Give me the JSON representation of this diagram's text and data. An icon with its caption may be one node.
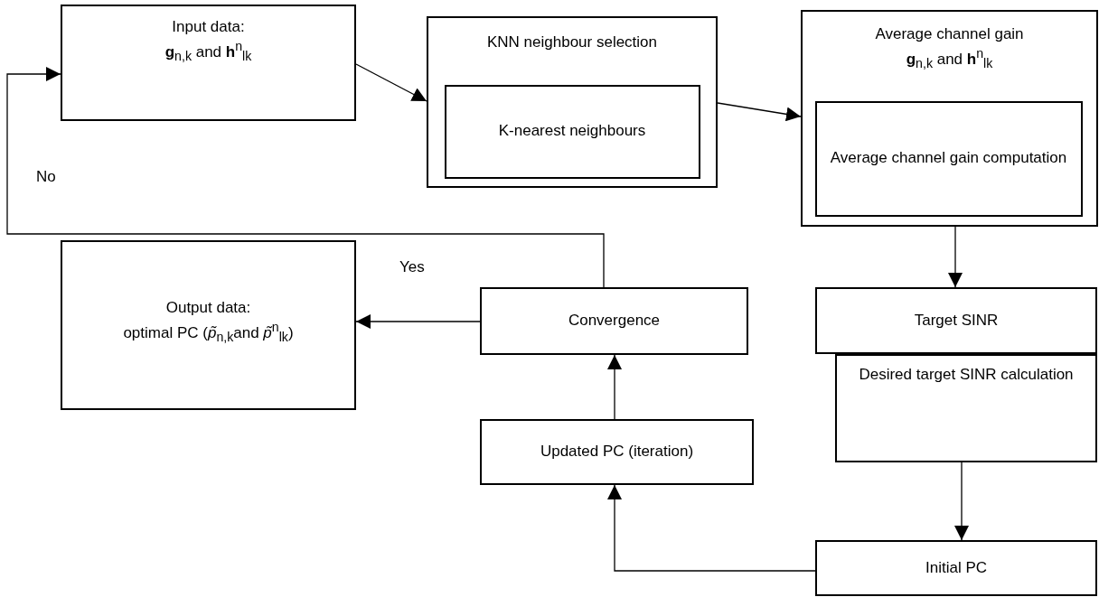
{
  "diagram": {
    "nodes": [
      {
        "text": [
          "Input data:",
          "**g**$_{n,k}$ and **h**$^{n}$$_{lk}$"
        ]
      },
      {
        "text": [
          "KNN neighbour selection"
        ]
      },
      {
        "text": [
          "K-nearest neighbours"
        ],
        "in": 1
      },
      {
        "text": [
          "Average channel gain",
          "**g**$_{n,k}$ and **h**$^{n}$$_{lk}$"
        ]
      },
      {
        "text": [
          "Average channel gain computation"
        ],
        "in": 3
      },
      {
        "text": [
          "Target SINR"
        ]
      },
      {
        "text": [
          "Desired target SINR calculation"
        ]
      },
      {
        "text": [
          "Initial PC"
        ]
      },
      {
        "text": [
          "Updated PC (iteration)"
        ]
      },
      {
        "text": [
          "Convergence"
        ]
      },
      {
        "text": [
          "Output data:",
          "optimal PC (*p̃*$_{n,k}$and *p̃*$^{n}$$_{lk}$)"
        ]
      }
    ],
    "edges": [
      {
        "from": 0,
        "to": 1,
        "arrow": "to"
      },
      {
        "from": 1,
        "to": 3,
        "arrow": "to"
      },
      {
        "from": 4,
        "to": 5,
        "arrow": "to"
      },
      {
        "from": 6,
        "to": 7,
        "arrow": "to"
      },
      {
        "from": 7,
        "to": 8,
        "arrow": "to"
      },
      {
        "from": 8,
        "to": 9,
        "arrow": "to"
      },
      {
        "from": 9,
        "to": 10,
        "arrow": "to",
        "label": "Yes"
      },
      {
        "from": 9,
        "to": 0,
        "arrow": "to",
        "label": "No"
      }
    ]
  }
}
